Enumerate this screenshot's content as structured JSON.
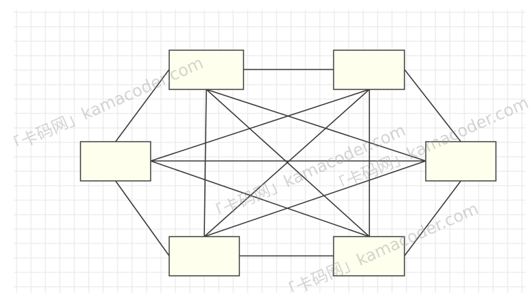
{
  "colors": {
    "background": "#ffffff",
    "grid": "#e6e6e6",
    "node_fill": "#ffffee",
    "node_stroke": "#4a4a4a",
    "edge": "#3a3a3a",
    "watermark": "#a0a0a0"
  },
  "graph": {
    "nodes": [
      {
        "id": "top-left",
        "label": ""
      },
      {
        "id": "top-right",
        "label": ""
      },
      {
        "id": "left",
        "label": ""
      },
      {
        "id": "right",
        "label": ""
      },
      {
        "id": "bottom-left",
        "label": ""
      },
      {
        "id": "bottom-right",
        "label": ""
      }
    ],
    "edges": [
      [
        "top-left",
        "top-right"
      ],
      [
        "top-left",
        "left"
      ],
      [
        "top-right",
        "right"
      ],
      [
        "left",
        "bottom-left"
      ],
      [
        "right",
        "bottom-right"
      ],
      [
        "bottom-left",
        "bottom-right"
      ],
      [
        "left",
        "right"
      ],
      [
        "left",
        "top-right"
      ],
      [
        "left",
        "bottom-right"
      ],
      [
        "top-left",
        "right"
      ],
      [
        "top-left",
        "bottom-left"
      ],
      [
        "top-left",
        "bottom-right"
      ],
      [
        "top-right",
        "bottom-left"
      ],
      [
        "top-right",
        "bottom-right"
      ],
      [
        "bottom-left",
        "right"
      ]
    ]
  },
  "watermarks": [
    {
      "text": "「卡码网」kamacoder.com"
    },
    {
      "text": "「卡码网」kamacoder.com"
    },
    {
      "text": "「卡码网」kamacoder.com"
    },
    {
      "text": "「卡码网」kamacoder.com"
    }
  ]
}
